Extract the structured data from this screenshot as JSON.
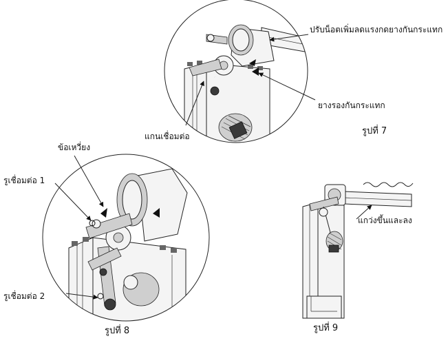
{
  "labels": {
    "adjust_nut": "ปรับน็อตเพิ่มลดแรงกดยางกันกระแทก",
    "bumper_rubber": "ยางรองกันกระแทก",
    "linkage_rod": "แกนเชื่อมต่อ",
    "hinge_joint": "ข้อเหวี่ยง",
    "link_hole_1": "รูเชื่อมต่อ 1",
    "link_hole_2": "รูเชื่อมต่อ 2",
    "swing_up_down": "แกว่งขึ้นและลง"
  },
  "figures": {
    "fig7": "รูปที่ 7",
    "fig8": "รูปที่ 8",
    "fig9": "รูปที่ 9"
  }
}
